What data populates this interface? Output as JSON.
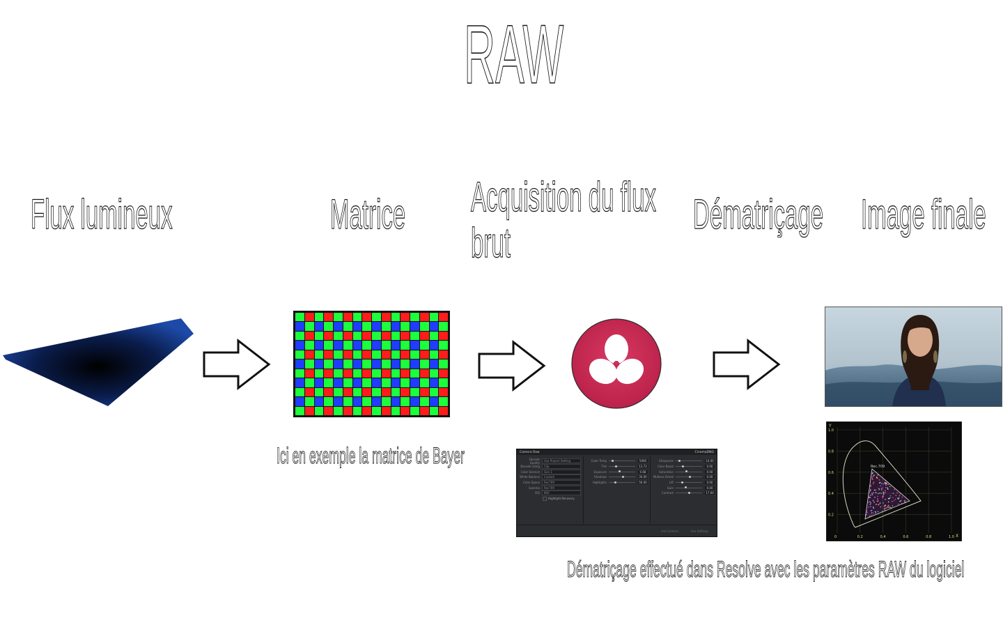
{
  "title": "RAW",
  "stages": [
    {
      "label": "Flux lumineux"
    },
    {
      "label": "Matrice"
    },
    {
      "label": "Acquisition du flux brut"
    },
    {
      "label": "Dématriçage"
    },
    {
      "label": "Image finale"
    }
  ],
  "captions": {
    "bayer": "Ici en exemple la matrice de Bayer",
    "resolve": "Dématriçage effectué dans Resolve avec les paramètres RAW du logiciel"
  },
  "colors": {
    "bayer_red": "#ff1c1c",
    "bayer_green": "#1cff3c",
    "bayer_blue": "#1f3cff",
    "resolve_logo": "#c4244d",
    "light_flux": "#123a8a"
  },
  "icons": {
    "arrow": "outline-right-arrow-icon",
    "resolve": "davinci-resolve-logo-icon"
  },
  "raw_panel": {
    "header_left": "Camera Raw",
    "header_right": "CinemaDNG",
    "col1": [
      {
        "label": "Decode Quality",
        "value": "Use Project Setting"
      },
      {
        "label": "Decode Using",
        "value": "Clip"
      },
      {
        "label": "Color Science",
        "value": "Gen 1"
      },
      {
        "label": "White Balance",
        "value": "Custom"
      },
      {
        "label": "Color Space",
        "value": "Rec709"
      },
      {
        "label": "Gamma",
        "value": "Rec709"
      },
      {
        "label": "ISO",
        "value": "800"
      }
    ],
    "highlight_recovery": "Highlight Recovery",
    "col2": [
      {
        "label": "Color Temp",
        "value": "5000"
      },
      {
        "label": "Tint",
        "value": "13.73"
      },
      {
        "label": "Exposure",
        "value": "0.68"
      },
      {
        "label": "Shadows",
        "value": "30.00"
      },
      {
        "label": "Highlights",
        "value": "56.00"
      }
    ],
    "col3": [
      {
        "label": "Sharpness",
        "value": "14.00"
      },
      {
        "label": "Color Boost",
        "value": "0.00"
      },
      {
        "label": "Saturation",
        "value": "0.00"
      },
      {
        "label": "Midtone Detail",
        "value": "0.00"
      },
      {
        "label": "Lift",
        "value": "0.00"
      },
      {
        "label": "Gain",
        "value": "0.00"
      },
      {
        "label": "Contrast",
        "value": "17.00"
      }
    ],
    "footer_buttons": [
      "Use Camera",
      "Use Settings"
    ]
  },
  "cie": {
    "axis_y_label": "Y",
    "y_ticks": [
      "1.0",
      "0.8",
      "0.6",
      "0.4",
      "0.2"
    ],
    "x_ticks": [
      "0",
      "0.2",
      "0.4",
      "0.6",
      "0.8",
      "1.0"
    ],
    "x_axis_label": "X",
    "gamut_label": "Rec.709"
  }
}
